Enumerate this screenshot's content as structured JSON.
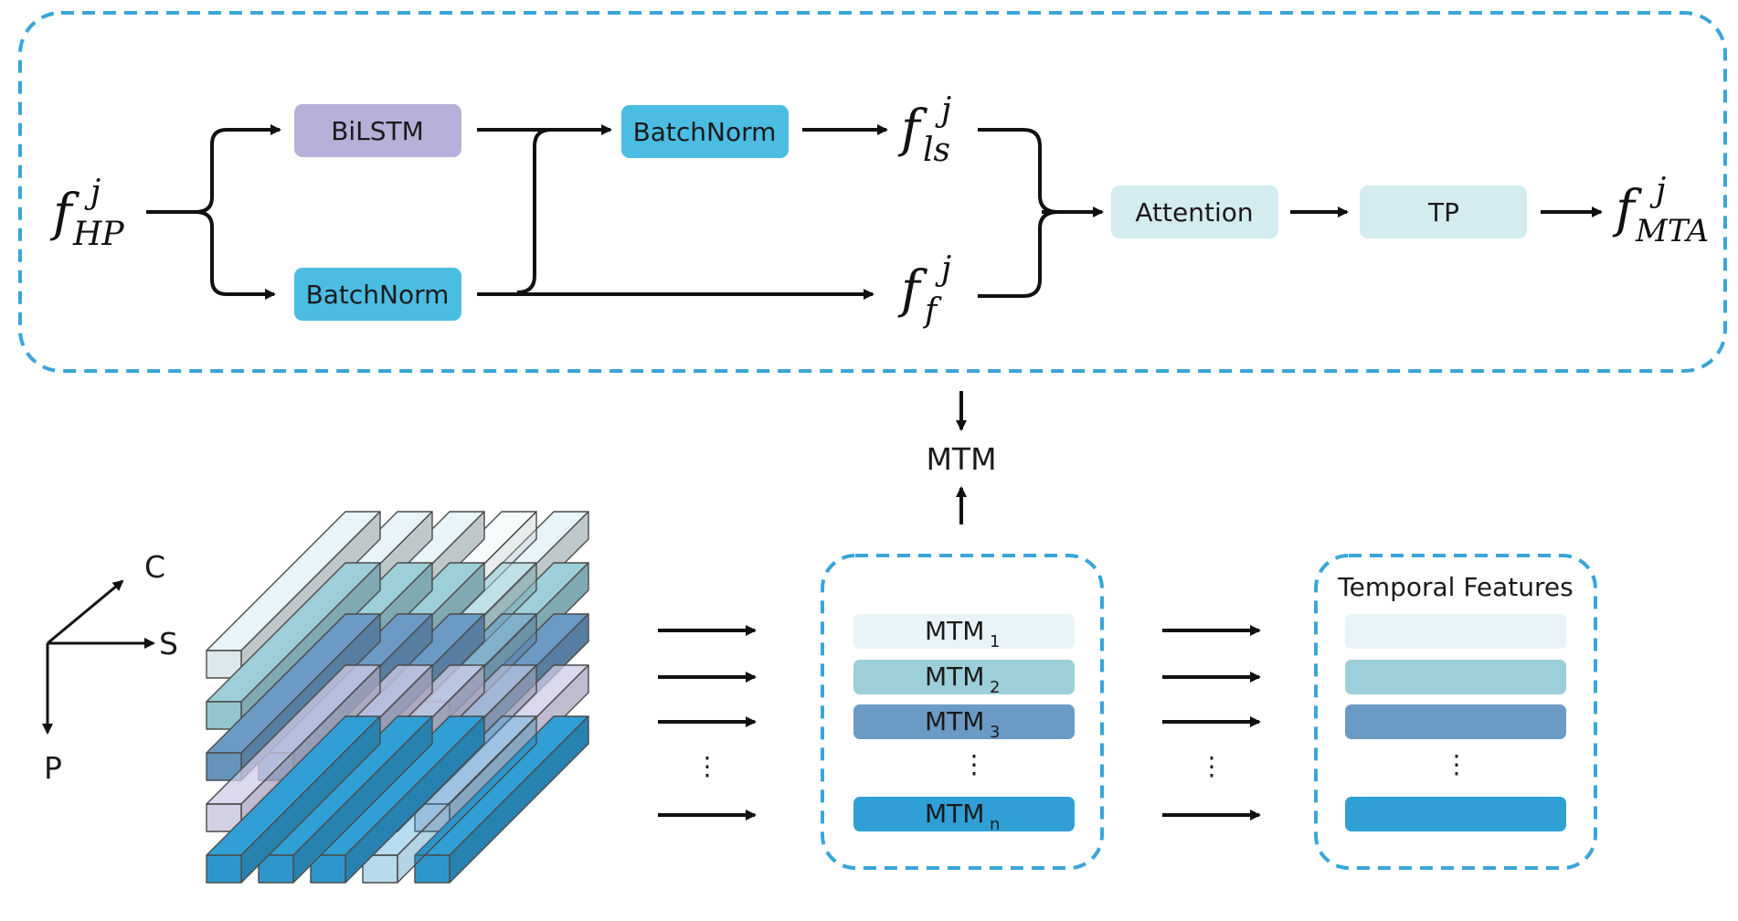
{
  "top_module": {
    "input": {
      "base": "f",
      "sup": "j",
      "sub": "HP"
    },
    "bilstm": "BiLSTM",
    "batchnorm_upper": "BatchNorm",
    "batchnorm_lower": "BatchNorm",
    "out_ls": {
      "base": "f",
      "sup": "j",
      "sub": "ls"
    },
    "out_f": {
      "base": "f",
      "sup": "j",
      "sub": "f"
    },
    "attention": "Attention",
    "tp": "TP",
    "output": {
      "base": "f",
      "sup": "j",
      "sub": "MTA"
    }
  },
  "mtm": {
    "label": "MTM"
  },
  "axes": {
    "c": "C",
    "s": "S",
    "p": "P"
  },
  "mtm_list": {
    "items": [
      {
        "base": "MTM",
        "sub": "1"
      },
      {
        "base": "MTM",
        "sub": "2"
      },
      {
        "base": "MTM",
        "sub": "3"
      },
      {
        "base": "MTM",
        "sub": "n"
      }
    ]
  },
  "temporal": {
    "title": "Temporal Features"
  },
  "ellipsis": "⋮",
  "colors": {
    "dash_border": "#3aa5d8",
    "bilstm": "#b7b0d8",
    "batchnorm": "#4bbde3",
    "attention": "#d4ebf0",
    "row1": "#e8f4f7",
    "row2": "#9ccfd8",
    "row3": "#6b9bc4",
    "row4": "#cdcbe6",
    "row5": "#2f9fd6"
  }
}
